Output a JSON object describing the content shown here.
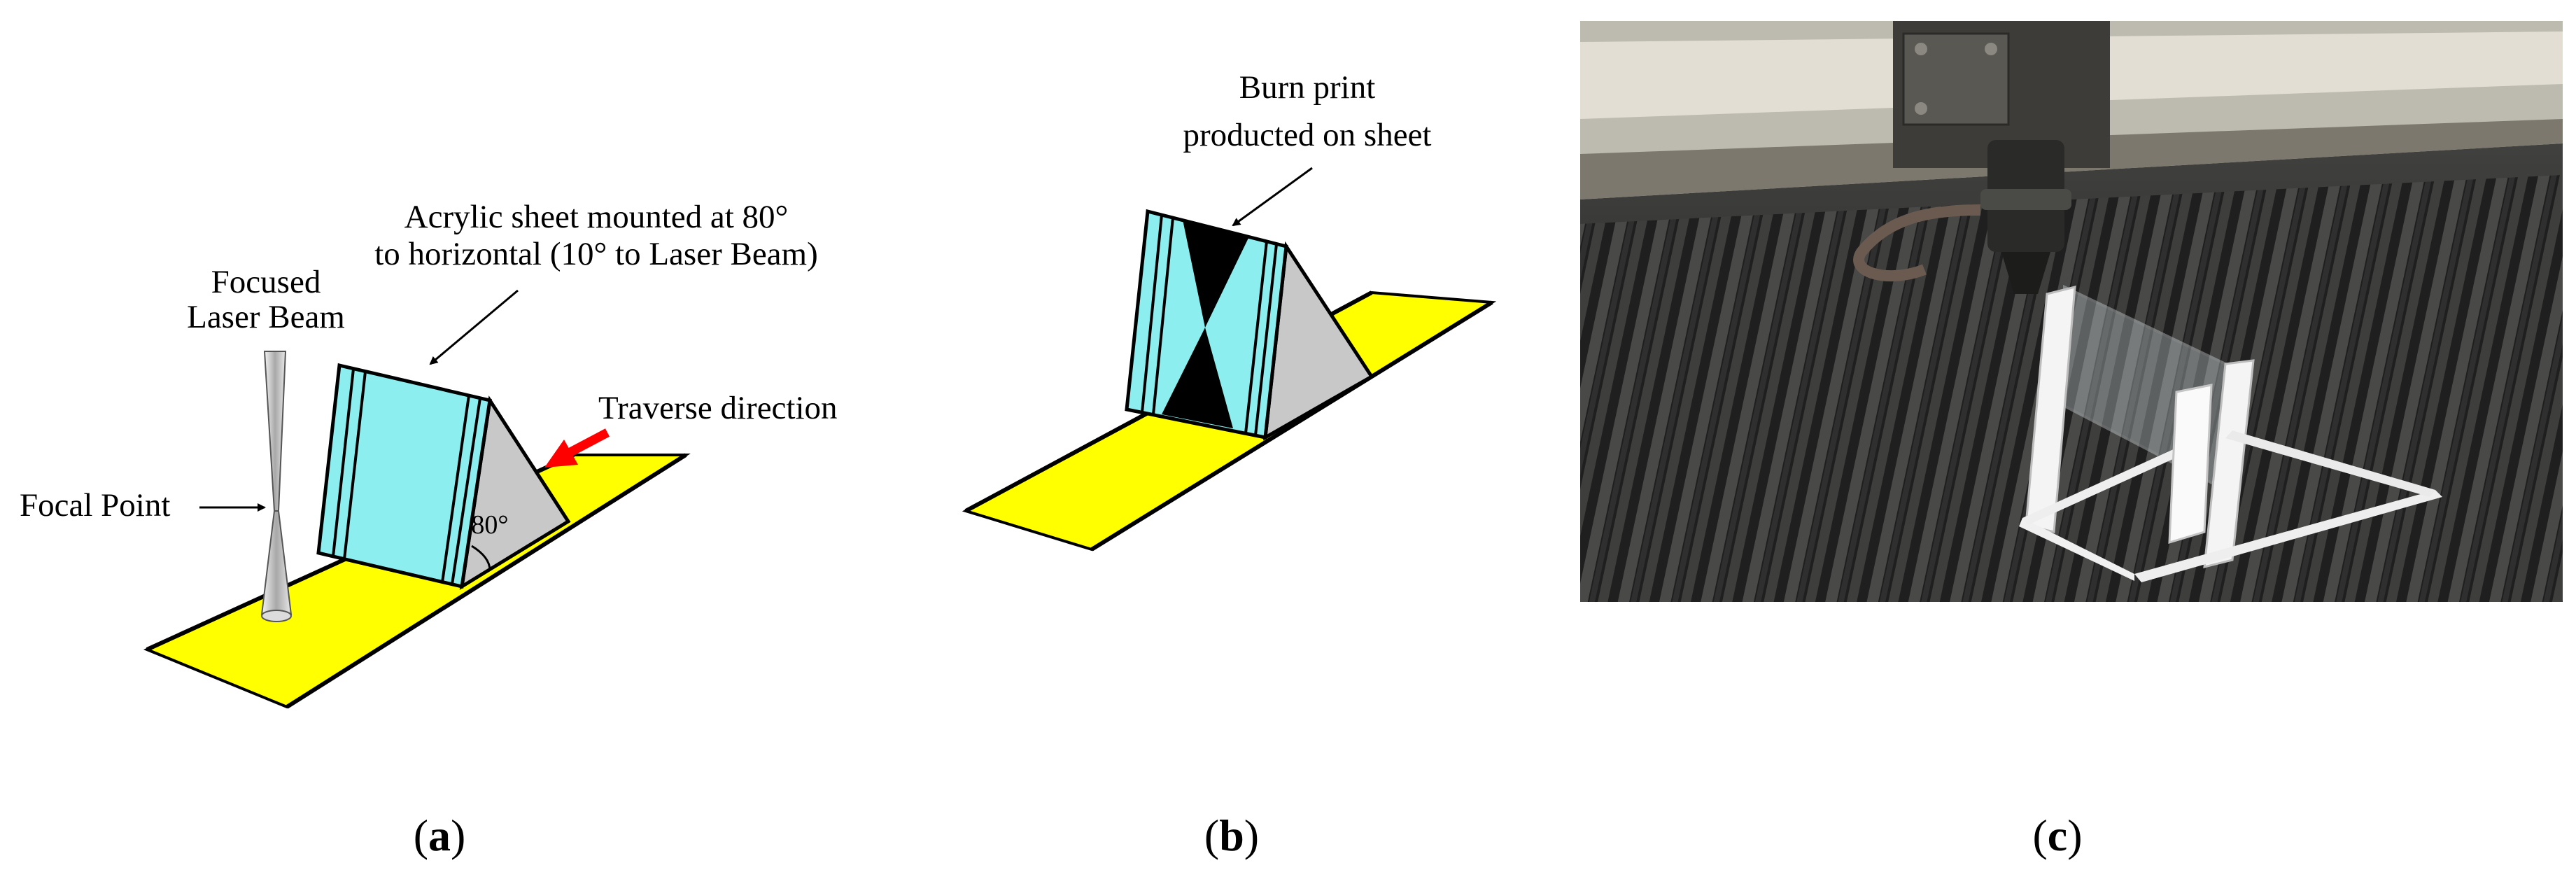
{
  "panel_a": {
    "label_beam_1": "Focused",
    "label_beam_2": "Laser Beam",
    "label_sheet_1": "Acrylic sheet mounted at 80°",
    "label_sheet_2": "to horizontal (10° to Laser Beam)",
    "label_traverse": "Traverse direction",
    "label_focal": "Focal Point",
    "label_angle": "80°"
  },
  "panel_b": {
    "label_burn_1": "Burn print",
    "label_burn_2": "producted on sheet"
  },
  "captions": {
    "a_letter": "a",
    "b_letter": "b",
    "c_letter": "c"
  },
  "colors": {
    "track": "#ffff00",
    "sheet": "#8ceeee",
    "support": "#c8c8c8",
    "arrow_red": "#ff0000",
    "burn": "#000000"
  }
}
